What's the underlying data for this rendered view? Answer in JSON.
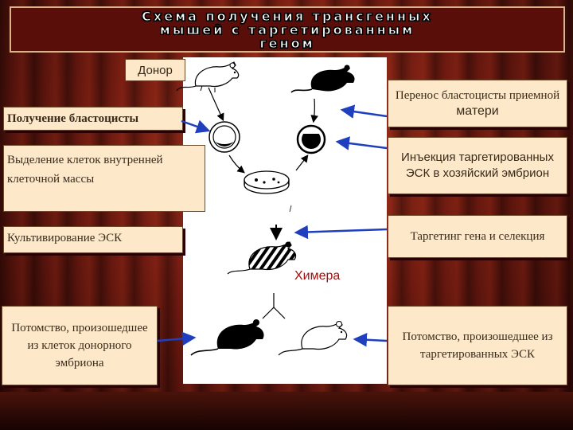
{
  "title": "Схема получения трансгенных\nмышей с таргетированным\nгеном",
  "labels": {
    "donor": "Донор",
    "get_blastocyst": "Получение бластоцисты",
    "transfer": "Перенос бластоцисты приемной",
    "transfer_mother": "матери",
    "injection": "Инъекция таргетированных ЭСК в хозяйский эмбрион",
    "isolate": "Выделение клеток внутренней клеточной массы",
    "cultivate": "Культивирование ЭСК",
    "targeting": "Таргетинг гена и селекция",
    "chimera": "Химера",
    "offspring_donor": "Потомство, произошедшее из клеток донорного эмбриона",
    "offspring_targeted": "Потомство, произошедшее из таргетированных ЭСК"
  },
  "colors": {
    "label_bg": "#fde9c9",
    "arrow_blue": "#1f3fbf",
    "chimera_text": "#a01010",
    "title_bg": "#5a0e0a"
  },
  "icons": [
    "mouse-white-icon",
    "mouse-black-icon",
    "blastocyst-icon",
    "injected-embryo-icon",
    "petri-dish-icon",
    "mouse-striped-icon"
  ]
}
